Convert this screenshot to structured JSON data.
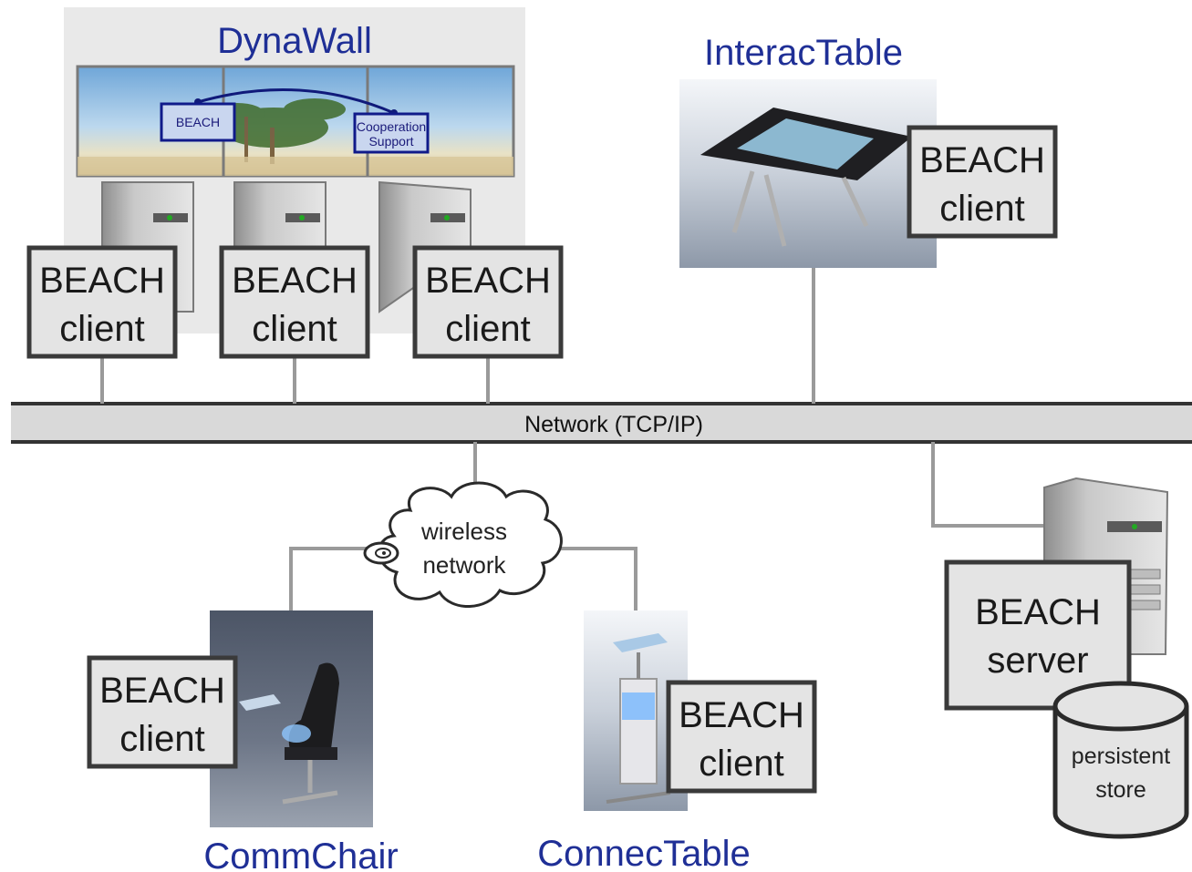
{
  "devices": {
    "dynawall": {
      "title": "DynaWall",
      "screen_labels": {
        "beach": "BEACH",
        "coop_line1": "Cooperation",
        "coop_line2": "Support"
      }
    },
    "interactable": {
      "title": "InteracTable"
    },
    "commchair": {
      "title": "CommChair"
    },
    "connectable": {
      "title": "ConnecTable"
    }
  },
  "network": {
    "label": "Network (TCP/IP)"
  },
  "wireless": {
    "line1": "wireless",
    "line2": "network"
  },
  "boxes": {
    "client_line1": "BEACH",
    "client_line2": "client",
    "server_line1": "BEACH",
    "server_line2": "server"
  },
  "store": {
    "line1": "persistent",
    "line2": "store"
  },
  "icons": [
    "pc-tower-icon",
    "server-tower-icon",
    "database-cylinder-icon",
    "cloud-icon",
    "antenna-icon",
    "interactive-table-image",
    "office-chair-image",
    "standing-table-image"
  ],
  "colors": {
    "title_blue": "#1f2f96",
    "network_bar": "#d9d9d9",
    "box_fill": "#e4e4e4",
    "connector": "#9a9a9a"
  }
}
